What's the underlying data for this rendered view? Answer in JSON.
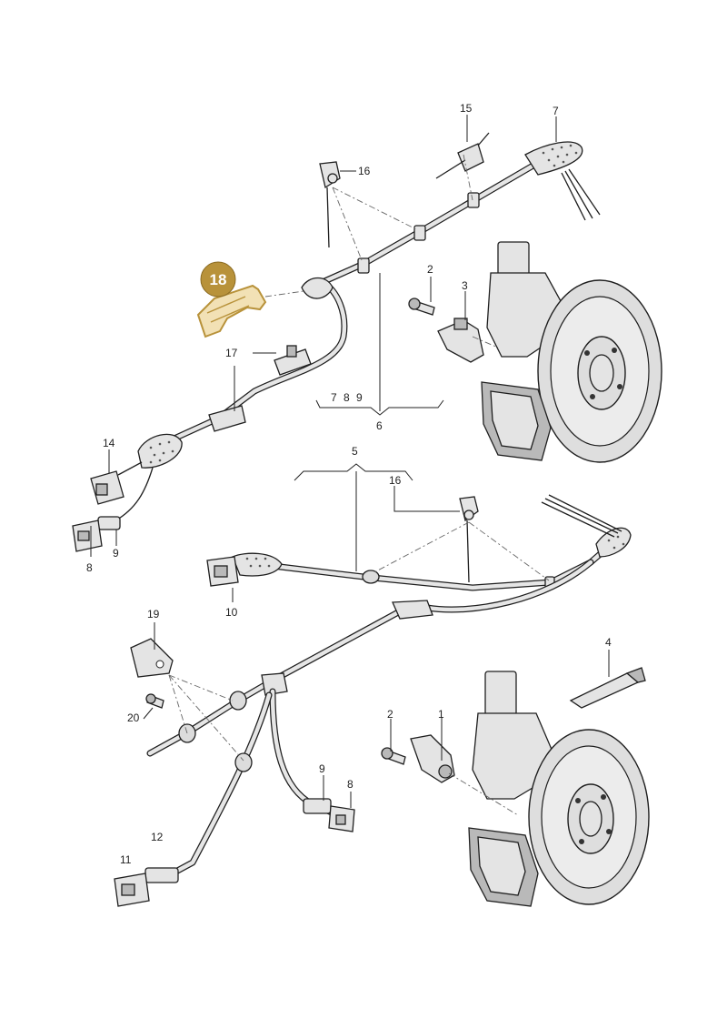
{
  "callouts": {
    "c1": "1",
    "c2_top": "2",
    "c2_bottom": "2",
    "c3": "3",
    "c4": "4",
    "c5": "5",
    "c6": "6",
    "c7_top": "7",
    "c789_7": "7",
    "c789_8": "8",
    "c789_9": "9",
    "c8_upper": "8",
    "c8_lower": "8",
    "c9_upper": "9",
    "c9_lower": "9",
    "c10": "10",
    "c11": "11",
    "c12": "12",
    "c14": "14",
    "c15": "15",
    "c16_top": "16",
    "c16_mid": "16",
    "c17": "17",
    "c18": "18",
    "c19": "19",
    "c20": "20"
  },
  "colors": {
    "highlight": "#b8923a",
    "highlight_fill": "#e8c978",
    "line": "#1f1f1f"
  }
}
